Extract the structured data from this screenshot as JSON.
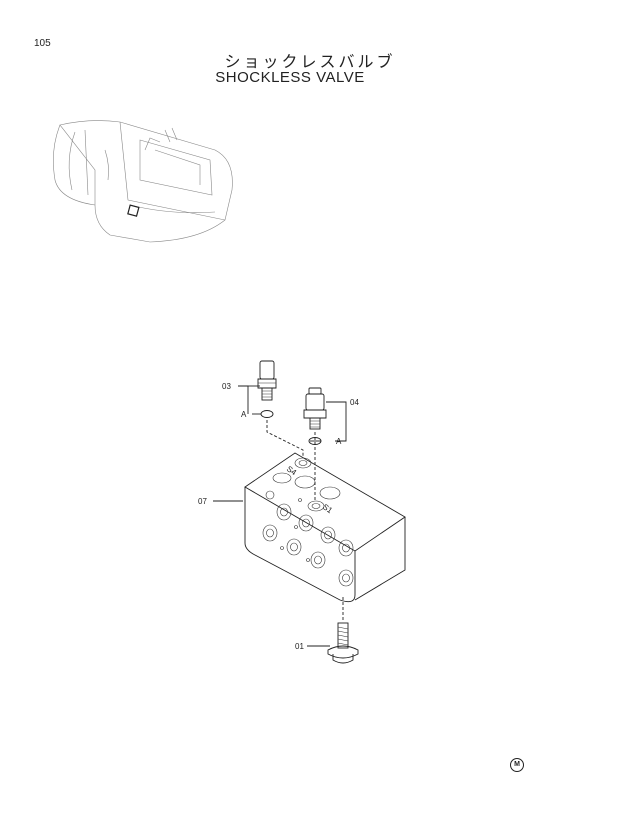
{
  "page_number": "105",
  "title_jp": "ショックレスバルブ",
  "title_en": "SHOCKLESS VALVE",
  "parts": {
    "p01": "01",
    "p03": "03",
    "p04": "04",
    "p07": "07"
  },
  "ref_a": "A",
  "port_s1": "S1",
  "port_s4": "S4",
  "footer_mark": "M"
}
